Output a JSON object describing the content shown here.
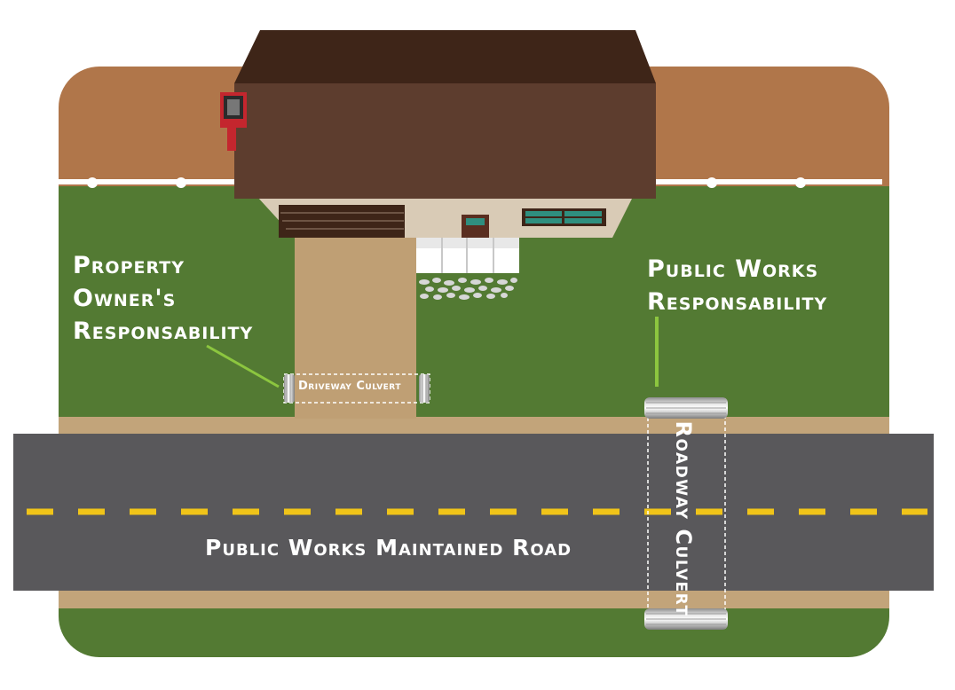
{
  "labels": {
    "owner_line1": "Property",
    "owner_line2": "Owner's",
    "owner_line3": "Responsability",
    "public_works_line1": "Public Works",
    "public_works_line2": "Responsability",
    "driveway_culvert": "Driveway Culvert",
    "roadway_culvert": "Roadway Culvert",
    "road": "Public Works Maintained Road"
  },
  "colors": {
    "dirt": "#b0764a",
    "grass": "#537a33",
    "shoulder": "#c2a47a",
    "road": "#59585b",
    "lane_stripe": "#f0c419",
    "roof": "#5d3d2e",
    "roof_top": "#3e2518",
    "house_wall": "#d9cbb6",
    "driveway": "#bf9f74",
    "leader_line": "#8cc63f",
    "mailbox": "#c4262e",
    "window": "#2f8f7f"
  }
}
